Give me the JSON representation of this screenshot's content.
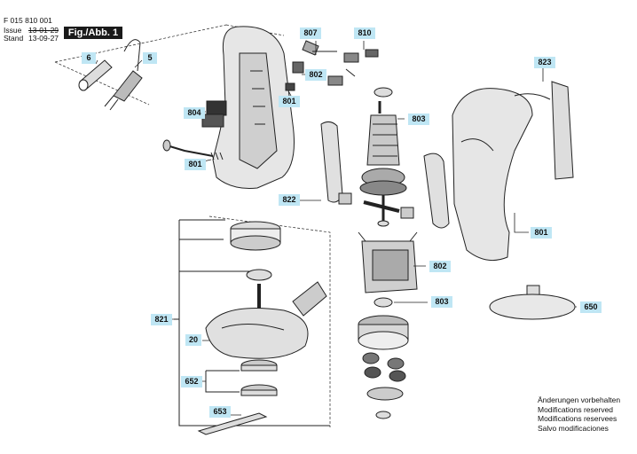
{
  "header": {
    "doc_number": "F 015 810 001",
    "issue_label": "Issue",
    "issue_old": "13-01-29",
    "stand_label": "Stand",
    "stand_date": "13-09-27",
    "figure_label": "Fig./Abb. 1"
  },
  "callouts": {
    "p6": "6",
    "p5": "5",
    "p807": "807",
    "p810": "810",
    "p802a": "802",
    "p801a": "801",
    "p804": "804",
    "p801b": "801",
    "p803a": "803",
    "p823": "823",
    "p822": "822",
    "p801c": "801",
    "p802b": "802",
    "p803b": "803",
    "p650": "650",
    "p821": "821",
    "p20": "20",
    "p652": "652",
    "p653": "653"
  },
  "notes": [
    "Änderungen vorbehalten",
    "Modifications reserved",
    "Modifications reservees",
    "Salvo modificaciones"
  ]
}
